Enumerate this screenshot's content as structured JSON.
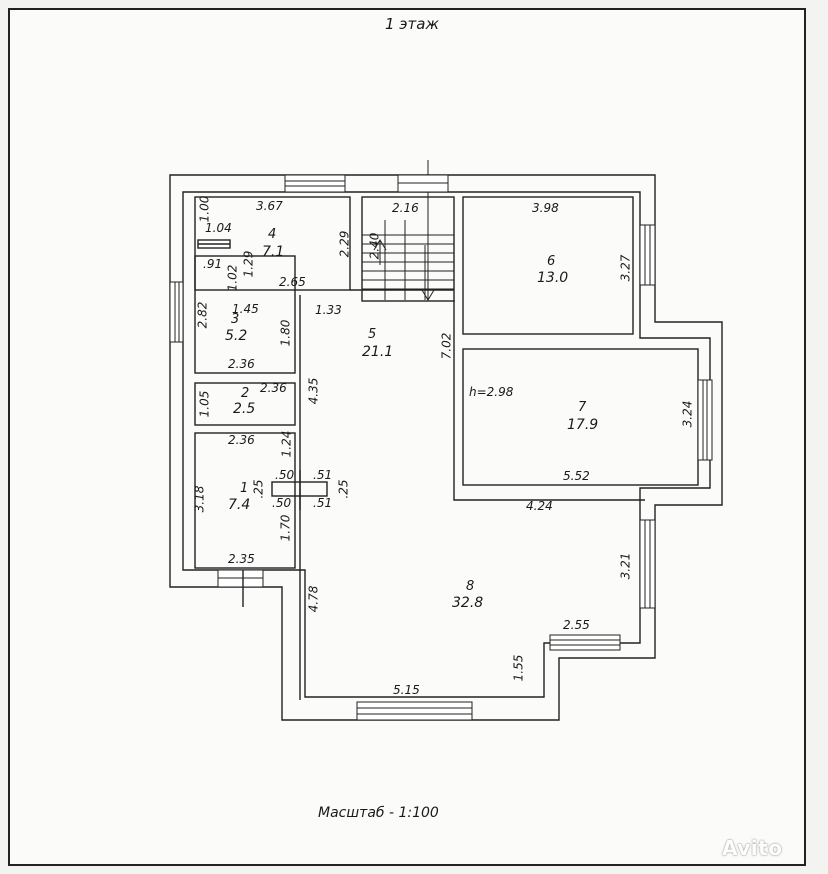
{
  "title": "1 этаж",
  "scale": "Масштаб - 1:100",
  "watermark": "Avito",
  "rooms": [
    {
      "number": "1",
      "area": "7.4"
    },
    {
      "number": "2",
      "area": "2.5"
    },
    {
      "number": "3",
      "area": "5.2"
    },
    {
      "number": "4",
      "area": "7.1"
    },
    {
      "number": "5",
      "area": "21.1"
    },
    {
      "number": "6",
      "area": "13.0"
    },
    {
      "number": "7",
      "area": "17.9"
    },
    {
      "number": "8",
      "area": "32.8"
    }
  ],
  "ceiling_height": "h=2.98",
  "dims": [
    "3.67",
    "1.00",
    "1.04",
    "2.29",
    ".91",
    "1.02",
    "1.29",
    "2.65",
    "2.82",
    "1.45",
    "1.80",
    "1.33",
    "2.36",
    "1.05",
    "2.36",
    "4.35",
    "2.36",
    "1.24",
    "3.18",
    ".50",
    ".51",
    ".25",
    ".25",
    ".50",
    ".51",
    "1.70",
    "2.35",
    "4.78",
    "5.15",
    "1.55",
    "2.55",
    "3.21",
    "4.24",
    "5.52",
    "3.24",
    "3.98",
    "3.27",
    "7.02",
    "2.16",
    "2.40"
  ]
}
